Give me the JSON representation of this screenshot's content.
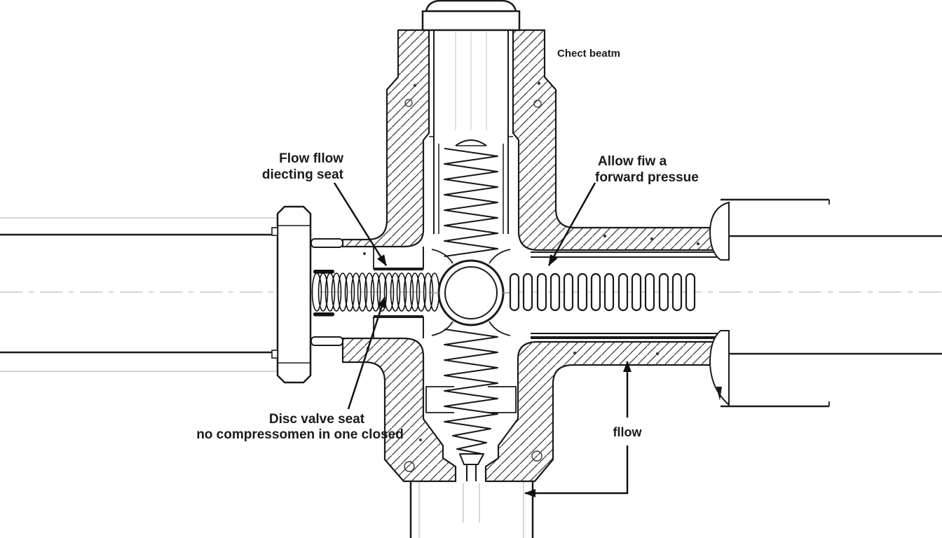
{
  "title": "Check valve cross-section technical diagram",
  "colors": {
    "background": "#ffffff",
    "line": "#1a1a1a",
    "faint_line": "#c6c6c6",
    "hatch": "#3c3c3c",
    "text": "#1a1a1a"
  },
  "labels": {
    "check_valve": "Chect beatm",
    "flow_seat_line1": "Flow fllow",
    "flow_seat_line2": "diecting seat",
    "allow_line1": "Allow fiw a",
    "allow_line2": "forward pressue",
    "disc_seat_line1": "Disc valve seat",
    "disc_seat_line2": "no compressomen in one closed",
    "flow": "fllow"
  }
}
